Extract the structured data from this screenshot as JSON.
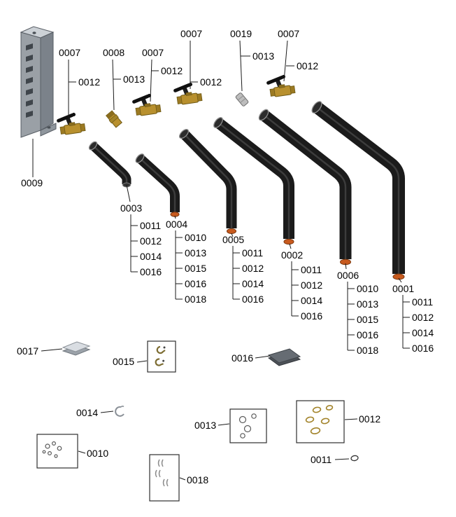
{
  "colors": {
    "pipe": "#1b1b1b",
    "brass": "#b8902e",
    "copper_tip": "#c85a1e",
    "bracket_face": "#9aa0a6",
    "bracket_top": "#ccd1d6",
    "oring_gold": "#a2832a",
    "leader_line": "#1a1a1a"
  },
  "bracket": {
    "label": "0009"
  },
  "valve_groups": [
    {
      "part": "0007",
      "sub": "0012"
    },
    {
      "part": "0008",
      "sub": "0013"
    },
    {
      "part": "0007",
      "sub": "0012"
    },
    {
      "part": "0007",
      "sub": "0012"
    },
    {
      "part": "0019",
      "sub": "0013"
    },
    {
      "part": "0007",
      "sub": "0012"
    }
  ],
  "pipes": [
    {
      "part": "0003",
      "kit": [
        "0011",
        "0012",
        "0014",
        "0016"
      ]
    },
    {
      "part": "0004",
      "kit": [
        "0010",
        "0013",
        "0015",
        "0016",
        "0018"
      ]
    },
    {
      "part": "0005",
      "kit": [
        "0011",
        "0012",
        "0014",
        "0016"
      ]
    },
    {
      "part": "0002",
      "kit": [
        "0011",
        "0012",
        "0014",
        "0016"
      ]
    },
    {
      "part": "0006",
      "kit": [
        "0010",
        "0013",
        "0015",
        "0016",
        "0018"
      ]
    },
    {
      "part": "0001",
      "kit": [
        "0011",
        "0012",
        "0014",
        "0016"
      ]
    }
  ],
  "loose_parts": {
    "shim_plate": "0017",
    "clip_kit": "0015",
    "gasket_plate": "0016",
    "snap_ring": "0014",
    "grommet_kit": "0013",
    "oring_kit": "0012",
    "screw_kit": "0010",
    "oring": "0011",
    "tube_kit": "0018"
  }
}
